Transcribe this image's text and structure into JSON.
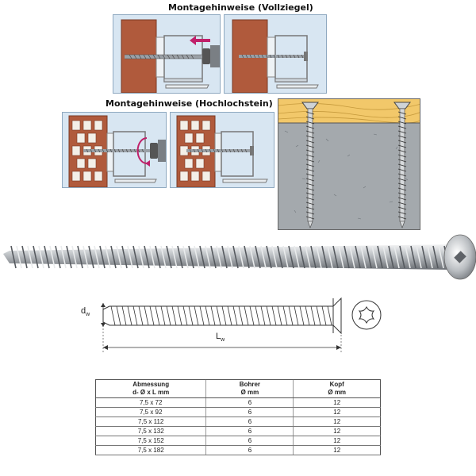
{
  "captions": {
    "top": "Montagehinweise (Vollziegel)",
    "middle": "Montagehinweise (Hochlochstein)"
  },
  "drawing": {
    "diameter_label": "d",
    "diameter_sub": "w",
    "length_label": "L",
    "length_sub": "w"
  },
  "table": {
    "headers": [
      [
        "Abmessung",
        "d- Ø x L mm"
      ],
      [
        "Bohrer",
        "Ø mm"
      ],
      [
        "Kopf",
        "Ø mm"
      ]
    ],
    "rows": [
      [
        "7,5 x 72",
        "6",
        "12"
      ],
      [
        "7,5 x 92",
        "6",
        "12"
      ],
      [
        "7,5 x 112",
        "6",
        "12"
      ],
      [
        "7,5 x 132",
        "6",
        "12"
      ],
      [
        "7,5 x 152",
        "6",
        "12"
      ],
      [
        "7,5 x 182",
        "6",
        "12"
      ]
    ]
  },
  "colors": {
    "brick": "#b05a3c",
    "panel": "#d8e6f2",
    "wood": "#f2c86a",
    "concrete": "#a4a9ad",
    "arrow": "#c0206a"
  }
}
